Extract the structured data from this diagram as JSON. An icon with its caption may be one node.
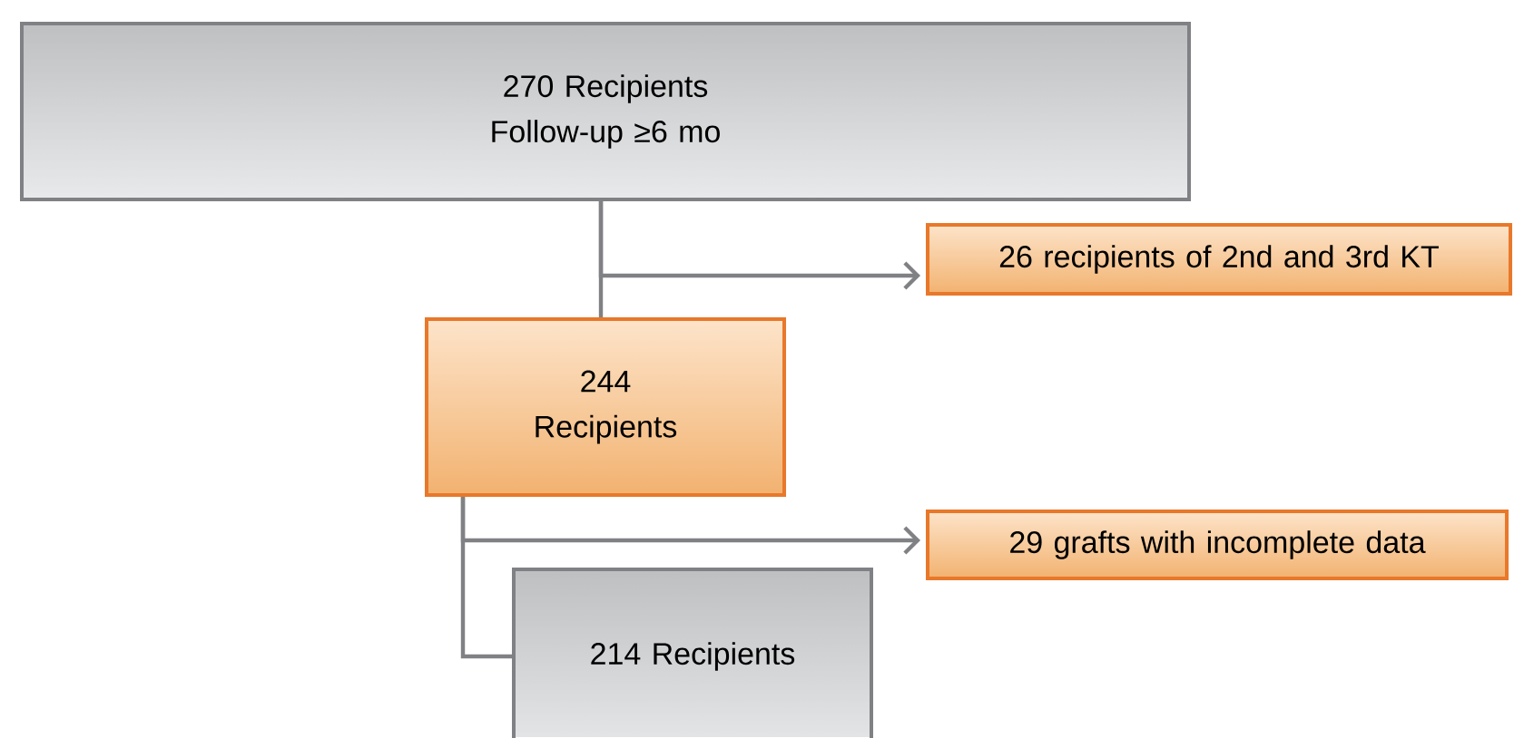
{
  "diagram": {
    "nodes": [
      {
        "text": [
          "270 Recipients Follow-up ≥6 mo"
        ]
      },
      {
        "text": [
          "244 Recipients"
        ]
      },
      {
        "text": [
          "26 recipients of 2nd and 3rd KT"
        ]
      },
      {
        "text": [
          "29 grafts with incomplete data"
        ]
      },
      {
        "text": [
          "214 Recipients"
        ]
      }
    ],
    "edges": [
      {
        "from": 0,
        "to": 1,
        "arrow": "none"
      },
      {
        "from": 0,
        "to": 2,
        "arrow": "to"
      },
      {
        "from": 1,
        "to": 3,
        "arrow": "to"
      },
      {
        "from": 1,
        "to": 4,
        "arrow": "none"
      }
    ]
  }
}
